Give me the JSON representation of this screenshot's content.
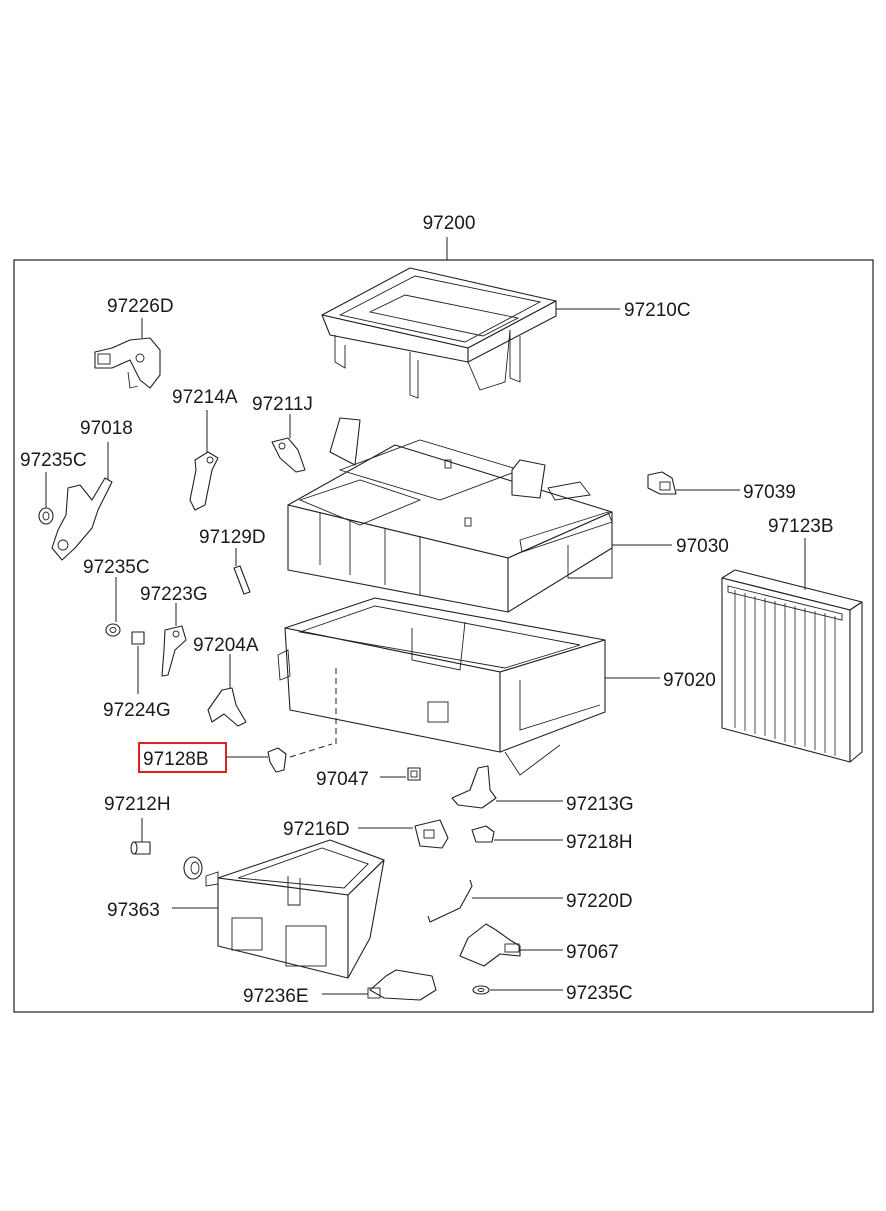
{
  "diagram": {
    "assembly_label": "97200",
    "highlight_color": "#e02020",
    "labels": {
      "p97226D": "97226D",
      "p97210C": "97210C",
      "p97214A": "97214A",
      "p97211J": "97211J",
      "p97018": "97018",
      "p97235C_a": "97235C",
      "p97039": "97039",
      "p97123B": "97123B",
      "p97129D": "97129D",
      "p97030": "97030",
      "p97235C_b": "97235C",
      "p97223G": "97223G",
      "p97204A": "97204A",
      "p97020": "97020",
      "p97224G": "97224G",
      "p97128B": "97128B",
      "p97047": "97047",
      "p97213G": "97213G",
      "p97212H": "97212H",
      "p97216D": "97216D",
      "p97218H": "97218H",
      "p97363": "97363",
      "p97220D": "97220D",
      "p97067": "97067",
      "p97236E": "97236E",
      "p97235C_c": "97235C"
    }
  }
}
